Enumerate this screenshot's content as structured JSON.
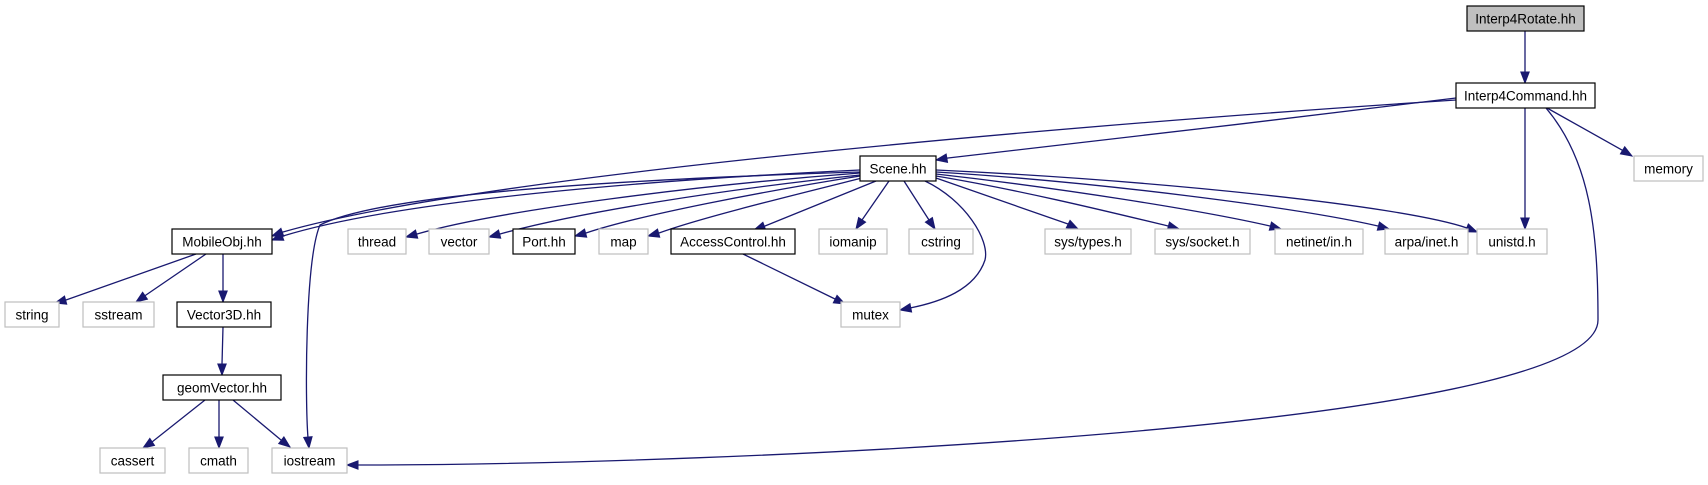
{
  "nodes": {
    "interp4rotate": "Interp4Rotate.hh",
    "interp4command": "Interp4Command.hh",
    "scene": "Scene.hh",
    "memory": "memory",
    "mobileobj": "MobileObj.hh",
    "thread": "thread",
    "vector": "vector",
    "port": "Port.hh",
    "map": "map",
    "accesscontrol": "AccessControl.hh",
    "iomanip": "iomanip",
    "cstring": "cstring",
    "systypes": "sys/types.h",
    "syssocket": "sys/socket.h",
    "netinetin": "netinet/in.h",
    "arpainet": "arpa/inet.h",
    "unistd": "unistd.h",
    "string": "string",
    "sstream": "sstream",
    "vector3d": "Vector3D.hh",
    "mutex": "mutex",
    "geomvector": "geomVector.hh",
    "cassert": "cassert",
    "cmath": "cmath",
    "iostream": "iostream"
  },
  "colors": {
    "edge": "#191970",
    "root_fill": "#bfbfbf",
    "project_border": "#000000",
    "system_border": "#bfbfbf"
  }
}
